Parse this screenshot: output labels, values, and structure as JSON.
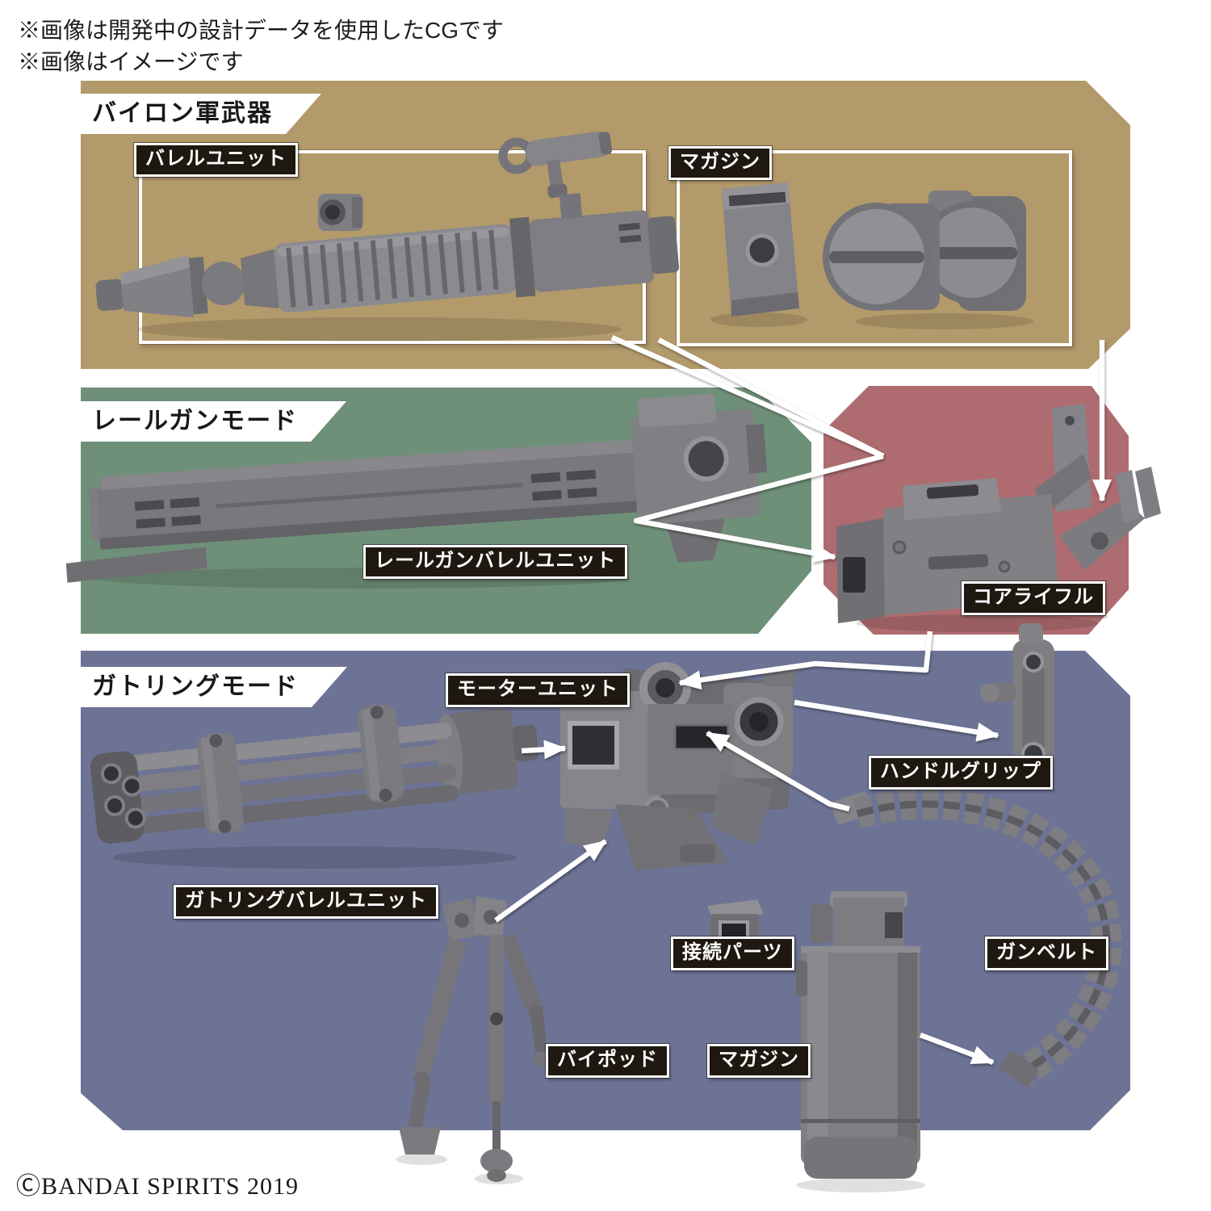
{
  "notes": [
    "※画像は開発中の設計データを使用したCGです",
    "※画像はイメージです"
  ],
  "copyright": "ⒸBANDAI SPIRITS 2019",
  "colors": {
    "byron": "#b39a6b",
    "railgun": "#6f9078",
    "corerifle": "#ae6c70",
    "gatling": "#6c7394",
    "label_bg": "#1f1810",
    "header_bg": "#ffffff",
    "header_text": "#181818",
    "part_gray": "#7f7f84",
    "arrow": "#ffffff"
  },
  "sections": {
    "byron": {
      "title": "バイロン軍武器",
      "labels": {
        "barrel_unit": "バレルユニット",
        "magazine": "マガジン"
      }
    },
    "railgun": {
      "title": "レールガンモード",
      "labels": {
        "barrel_unit": "レールガンバレルユニット"
      }
    },
    "core_rifle": {
      "labels": {
        "core_rifle": "コアライフル"
      }
    },
    "gatling": {
      "title": "ガトリングモード",
      "labels": {
        "motor_unit": "モーターユニット",
        "handle_grip": "ハンドルグリップ",
        "barrel_unit": "ガトリングバレルユニット",
        "connector": "接続パーツ",
        "bipod": "バイポッド",
        "magazine": "マガジン",
        "gun_belt": "ガンベルト"
      }
    }
  }
}
